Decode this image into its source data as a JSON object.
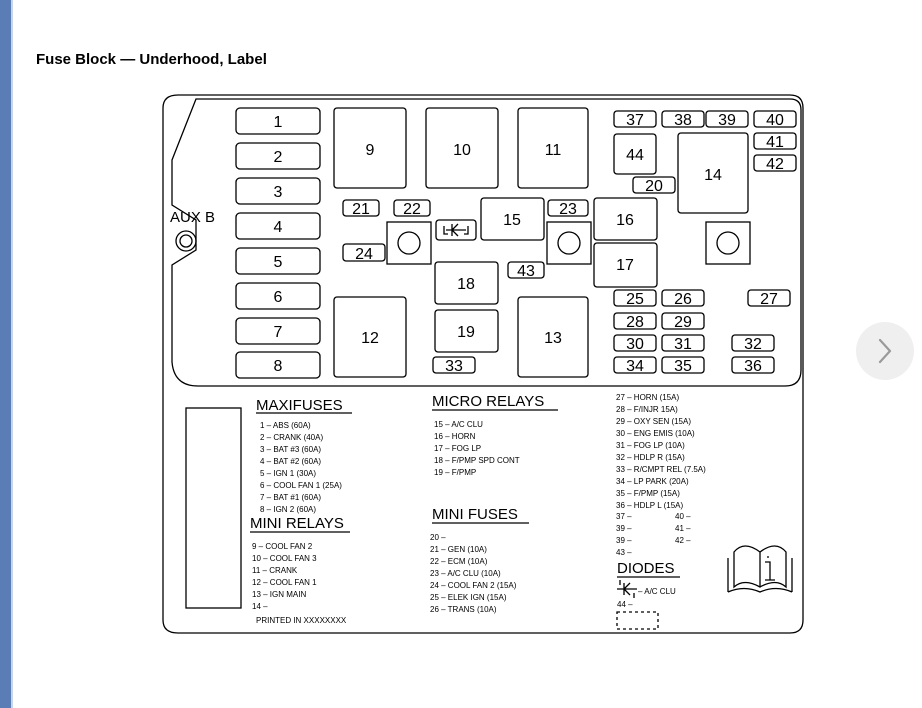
{
  "page": {
    "title": "Fuse Block — Underhood, Label"
  },
  "navigation": {
    "next_icon": "chevron-right-icon"
  },
  "diagram": {
    "aux_label": "AUX B",
    "left_fuses": [
      "1",
      "2",
      "3",
      "4",
      "5",
      "6",
      "7",
      "8"
    ],
    "relays": {
      "r9": "9",
      "r10": "10",
      "r11": "11",
      "r12": "12",
      "r13": "13",
      "r14": "14",
      "r15": "15",
      "r16": "16",
      "r17": "17",
      "r18": "18",
      "r19": "19",
      "r44": "44"
    },
    "mini": {
      "m20": "20",
      "m21": "21",
      "m22": "22",
      "m23": "23",
      "m24": "24",
      "m25": "25",
      "m26": "26",
      "m27": "27",
      "m28": "28",
      "m29": "29",
      "m30": "30",
      "m31": "31",
      "m32": "32",
      "m33": "33",
      "m34": "34",
      "m35": "35",
      "m36": "36",
      "m37": "37",
      "m38": "38",
      "m39": "39",
      "m40": "40",
      "m41": "41",
      "m42": "42",
      "m43": "43"
    },
    "legend": {
      "maxifuses_title": "MAXIFUSES",
      "maxifuses": [
        "1 – ABS (60A)",
        "2 – CRANK (40A)",
        "3 – BAT #3 (60A)",
        "4 – BAT #2 (60A)",
        "5 – IGN 1 (30A)",
        "6 – COOL FAN 1 (25A)",
        "7 – BAT #1 (60A)",
        "8 – IGN 2 (60A)"
      ],
      "mini_relays_title": "MINI RELAYS",
      "mini_relays": [
        "9 – COOL FAN 2",
        "10 – COOL FAN 3",
        "11 – CRANK",
        "12 – COOL FAN 1",
        "13 – IGN MAIN",
        "14 –"
      ],
      "printed": "PRINTED IN XXXXXXXX",
      "micro_relays_title": "MICRO RELAYS",
      "micro_relays": [
        "15 – A/C CLU",
        "16 – HORN",
        "17 – FOG LP",
        "18 – F/PMP SPD CONT",
        "19 – F/PMP"
      ],
      "mini_fuses_title": "MINI FUSES",
      "mini_fuses": [
        "20 –",
        "21 – GEN (10A)",
        "22 – ECM (10A)",
        "23 – A/C CLU (10A)",
        "24 – COOL FAN 2 (15A)",
        "25 – ELEK IGN (15A)",
        "26 – TRANS (10A)"
      ],
      "right_list": [
        "27 – HORN (15A)",
        "28 – F/INJR 15A)",
        "29 – OXY SEN (15A)",
        "30 – ENG EMIS (10A)",
        "31 – FOG LP (10A)",
        "32 – HDLP R (15A)",
        "33 – R/CMPT REL (7.5A)",
        "34 – LP PARK (20A)",
        "35 – F/PMP (15A)",
        "36 – HDLP L (15A)"
      ],
      "pairs": [
        [
          "37 –",
          "40 –"
        ],
        [
          "39 –",
          "41 –"
        ],
        [
          "39 –",
          "42 –"
        ]
      ],
      "l43": "43 –",
      "diodes_title": "DIODES",
      "diode": "– A/C CLU",
      "l44": "44 –"
    }
  }
}
